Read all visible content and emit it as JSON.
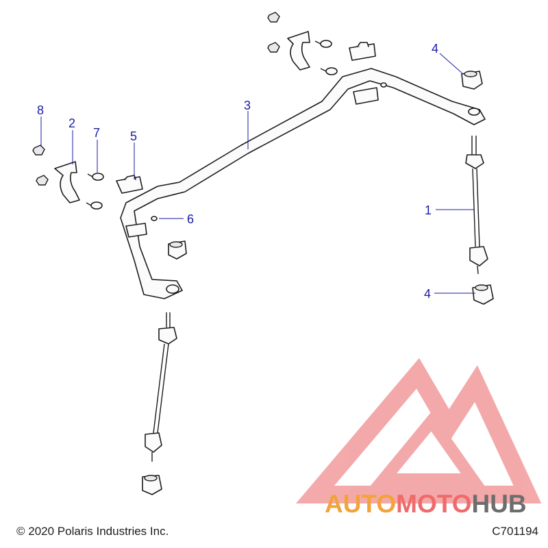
{
  "callouts": {
    "c1": "1",
    "c2": "2",
    "c3": "3",
    "c4a": "4",
    "c4b": "4",
    "c5": "5",
    "c6": "6",
    "c7": "7",
    "c8": "8"
  },
  "footer": {
    "copyright": "© 2020 Polaris Industries Inc.",
    "diagram_code": "C701194"
  },
  "watermark": {
    "part1": "AUTO",
    "part2": "MOTO",
    "part3": "HUB"
  },
  "colors": {
    "callout": "#1a1aa6",
    "watermark_orange": "#f2a33a",
    "watermark_red": "#e84a4a",
    "watermark_gray": "#6d6d6d"
  }
}
